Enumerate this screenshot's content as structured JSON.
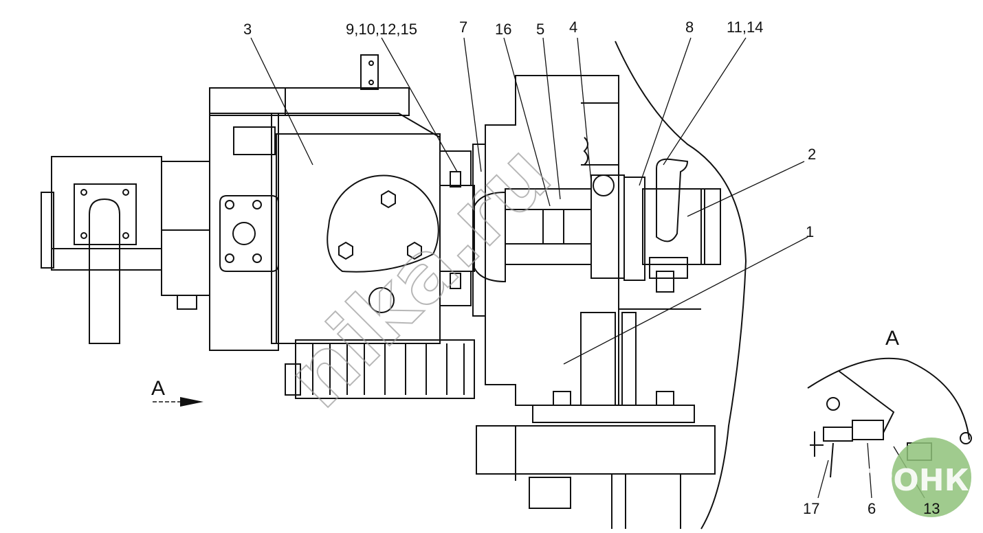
{
  "labels": {
    "l3": "3",
    "l9_15": "9,10,12,15",
    "l7": "7",
    "l16": "16",
    "l5": "5",
    "l4": "4",
    "l8": "8",
    "l11_14": "11,14",
    "l2": "2",
    "l1": "1",
    "l17": "17",
    "l6": "6",
    "l13": "13"
  },
  "view_markers": {
    "arrow_letter": "A",
    "detail_letter": "A"
  },
  "watermark": {
    "text": "nika.ru"
  },
  "logo": {
    "text": "АГРОНКА",
    "color": "#8fc27a"
  }
}
